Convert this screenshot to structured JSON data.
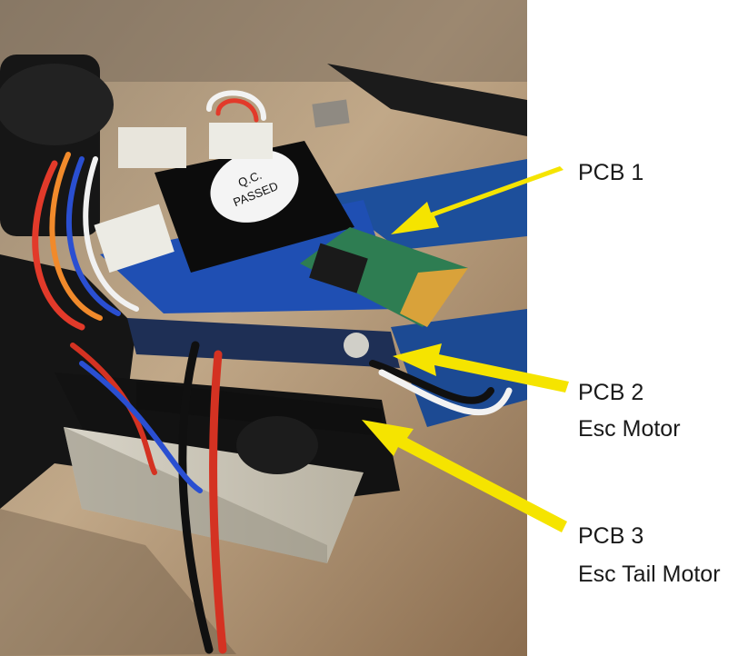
{
  "labels": {
    "pcb1": "PCB 1",
    "pcb2": "PCB 2",
    "pcb2_sub": "Esc Motor",
    "pcb3": "PCB 3",
    "pcb3_sub": "Esc Tail Motor"
  },
  "components": {
    "qc_sticker_line1": "Q.C.",
    "qc_sticker_line2": "PASSED"
  },
  "colors": {
    "arrow": "#f5e400",
    "background": "#ffffff"
  }
}
